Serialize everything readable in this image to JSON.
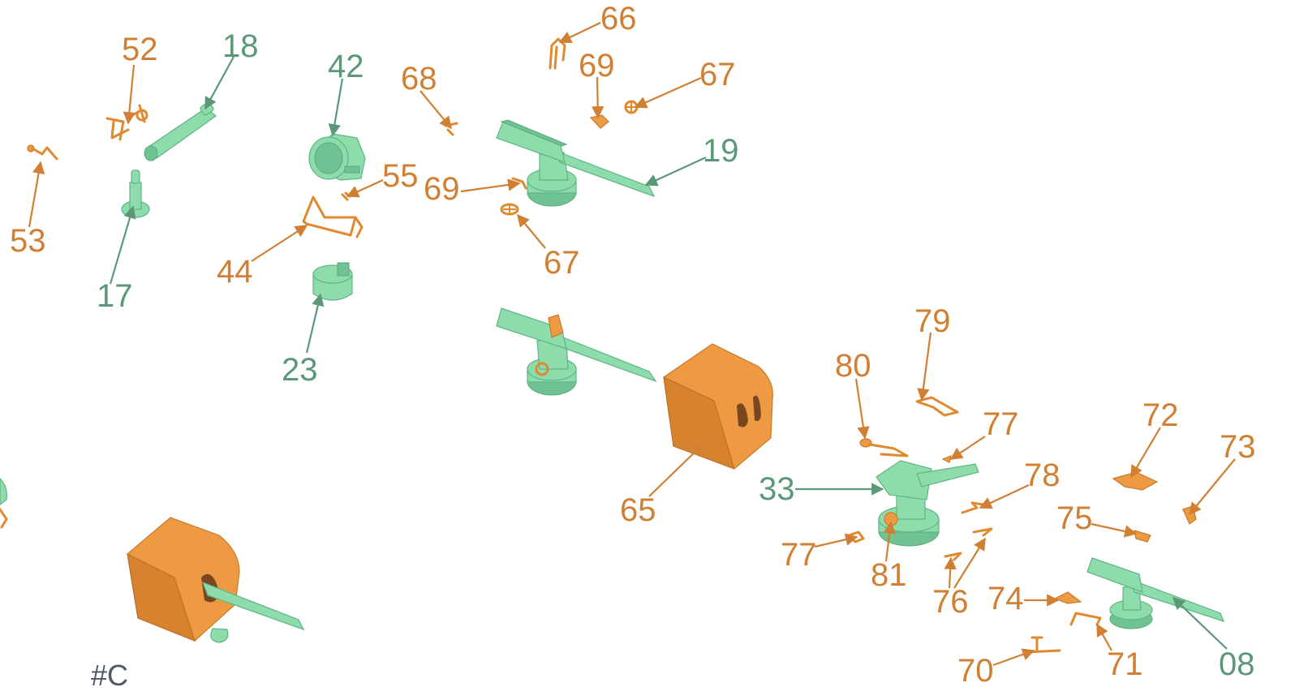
{
  "section_tag": "#C",
  "callouts": {
    "c52": "52",
    "c18": "18",
    "c42": "42",
    "c68": "68",
    "c66": "66",
    "c69a": "69",
    "c67a": "67",
    "c19": "19",
    "c53": "53",
    "c55": "55",
    "c69b": "69",
    "c44": "44",
    "c67b": "67",
    "c17": "17",
    "c23": "23",
    "c79": "79",
    "c80": "80",
    "c77a": "77",
    "c72": "72",
    "c73": "73",
    "c33": "33",
    "c78": "78",
    "c65": "65",
    "c75": "75",
    "c77b": "77",
    "c81": "81",
    "c76": "76",
    "c74": "74",
    "c70": "70",
    "c71": "71",
    "c08": "08"
  },
  "colors": {
    "green_part": "#8edbab",
    "orange_part": "#ee9a42",
    "green_label": "#5a9878",
    "orange_label": "#d17f33",
    "section_tag": "#4d5966"
  }
}
